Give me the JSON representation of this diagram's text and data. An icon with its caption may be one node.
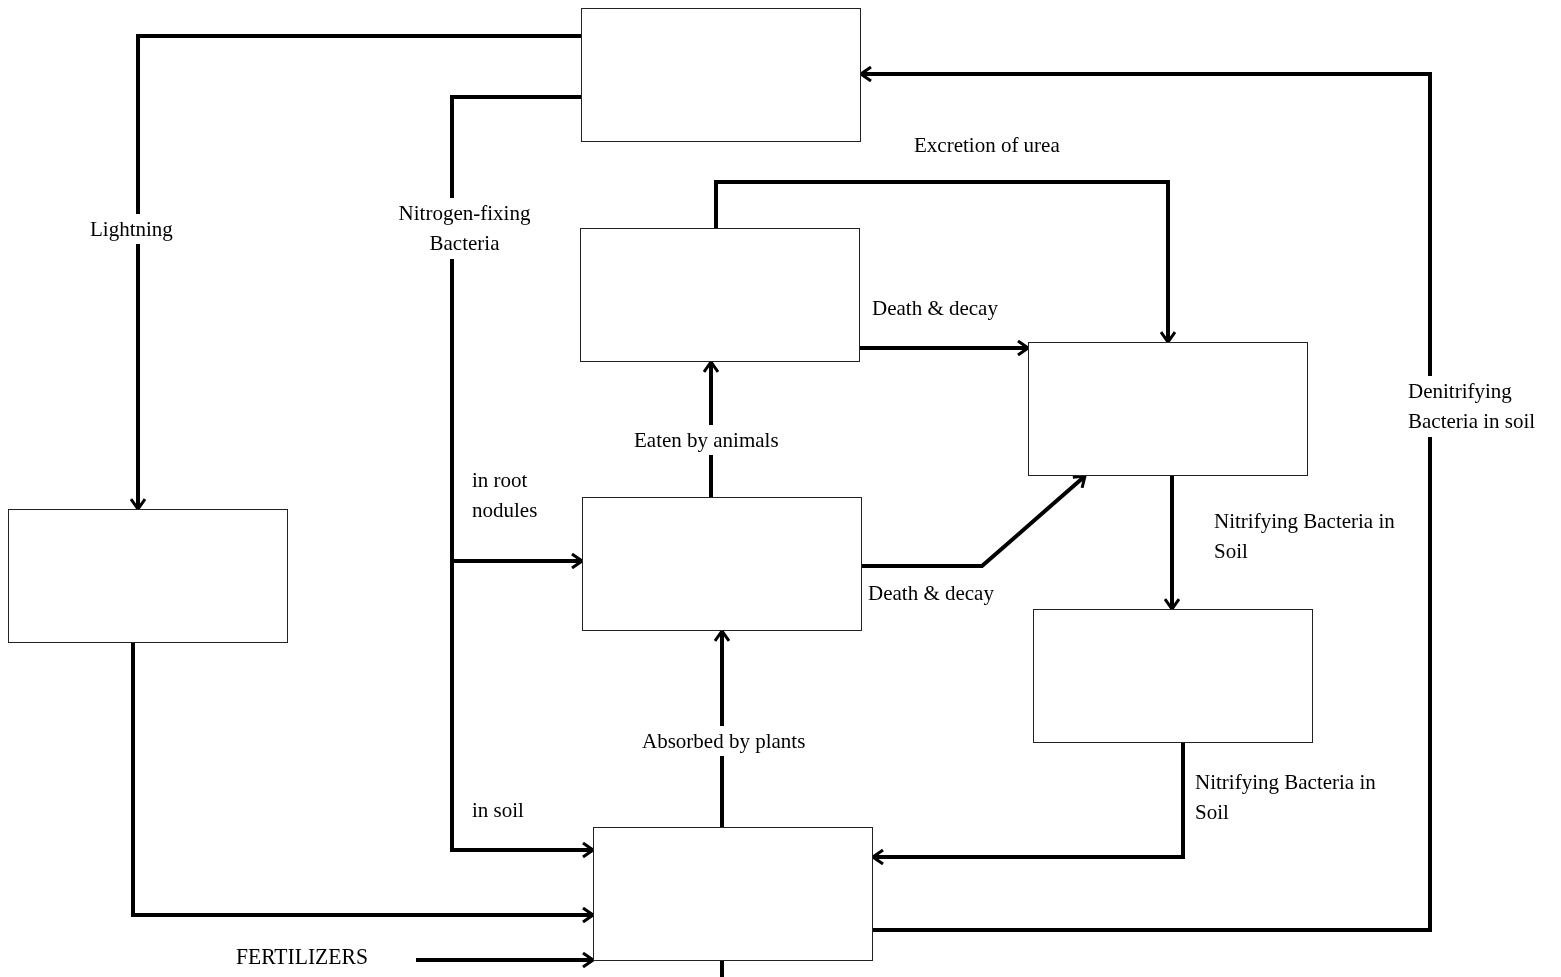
{
  "diagram": {
    "nodes": [
      {
        "text": [],
        "shape": "box"
      },
      {
        "text": [],
        "shape": "box"
      },
      {
        "text": [],
        "shape": "box"
      },
      {
        "text": [],
        "shape": "box"
      },
      {
        "text": [],
        "shape": "box"
      },
      {
        "text": [],
        "shape": "box"
      },
      {
        "text": [],
        "shape": "box"
      },
      {
        "text": [
          "FERTILIZERS"
        ]
      }
    ],
    "edges": [
      {
        "from": 0,
        "to": 3,
        "arrow": "to",
        "label": "Lightning"
      },
      {
        "from": 0,
        "to": 4,
        "arrow": "to",
        "label": "in root nodules"
      },
      {
        "from": 0,
        "to": 6,
        "arrow": "to",
        "label": "in soil"
      },
      {
        "from": 3,
        "to": 6,
        "arrow": "to"
      },
      {
        "from": 7,
        "to": 6,
        "arrow": "to"
      },
      {
        "from": 4,
        "to": 1,
        "arrow": "to",
        "label": "Eaten by animals"
      },
      {
        "from": 6,
        "to": 4,
        "arrow": "to",
        "label": "Absorbed by plants"
      },
      {
        "from": 1,
        "to": 2,
        "arrow": "to",
        "label": "Death & decay"
      },
      {
        "from": 4,
        "to": 2,
        "arrow": "to",
        "label": "Death & decay"
      },
      {
        "from": 1,
        "to": 2,
        "arrow": "to",
        "label": "Excretion of urea"
      },
      {
        "from": 2,
        "to": 5,
        "arrow": "to",
        "label": "Nitrifying Bacteria in Soil"
      },
      {
        "from": 5,
        "to": 6,
        "arrow": "to",
        "label": "Nitrifying Bacteria in Soil"
      },
      {
        "from": 6,
        "to": 0,
        "arrow": "to",
        "label": "Denitrifying Bacteria in soil"
      },
      {
        "from": 6,
        "to": null,
        "arrow": "none"
      }
    ],
    "labels": [
      "Nitrogen-fixing Bacteria"
    ]
  }
}
